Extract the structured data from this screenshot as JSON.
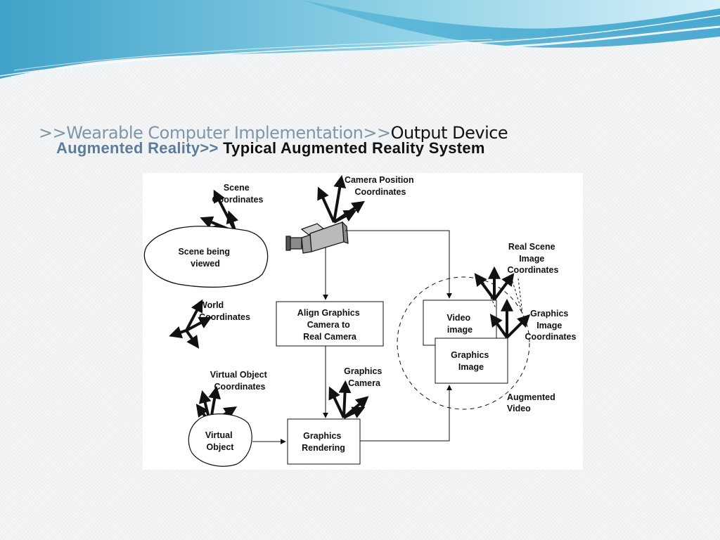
{
  "breadcrumb": {
    "prefix": ">>Wearable Computer Implementation>>",
    "current": "Output Device"
  },
  "subtitle": {
    "prefix": "Augmented Reality>> ",
    "current": "Typical Augmented Reality System"
  },
  "diagram": {
    "scene_coords": [
      "Scene",
      "Coordinates"
    ],
    "scene": [
      "Scene being",
      "viewed"
    ],
    "camera_position": [
      "Camera Position",
      "Coordinates"
    ],
    "world_coords": [
      "World",
      "Coordinates"
    ],
    "align": [
      "Align Graphics",
      "Camera to",
      "Real Camera"
    ],
    "real_scene_image": [
      "Real Scene",
      "Image",
      "Coordinates"
    ],
    "video_image": [
      "Video",
      "image"
    ],
    "graphics_image_coords": [
      "Graphics",
      "Image",
      "Coordinates"
    ],
    "graphics_image": [
      "Graphics",
      "Image"
    ],
    "virtual_object_coords": [
      "Virtual Object",
      "Coordinates"
    ],
    "graphics_camera": [
      "Graphics",
      "Camera"
    ],
    "augmented_video": [
      "Augmented",
      "Video"
    ],
    "virtual_object": [
      "Virtual",
      "Object"
    ],
    "graphics_rendering": [
      "Graphics",
      "Rendering"
    ]
  },
  "colors": {
    "accent_text": "#7d97a6",
    "subtitle_accent": "#5d7c9b",
    "wave_light": "#bfe3f0",
    "wave_mid": "#7fcbe3",
    "wave_dark": "#3fa9cf"
  }
}
